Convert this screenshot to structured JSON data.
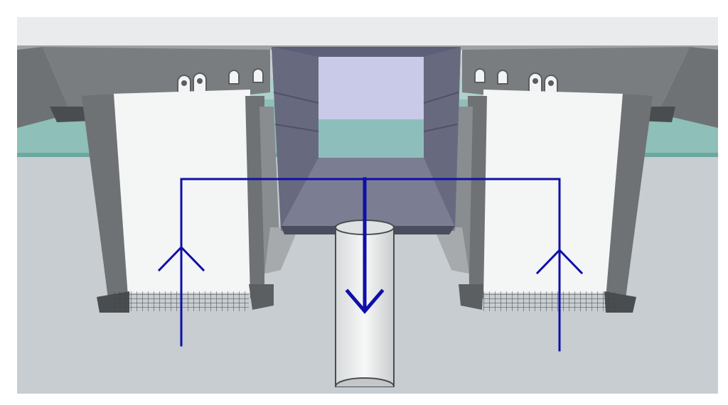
{
  "diagram": {
    "colors": {
      "background": "#ffffff",
      "tank_floor": "#c7cdd0",
      "water": "#7fb8b0",
      "water_light": "#a9d4cc",
      "wall_gray": "#6f7275",
      "wall_dark": "#4a4d50",
      "panel_white": "#f4f5f5",
      "flow_arrow": "#0f10a8",
      "trough_light": "#c9c9e8",
      "trough_dark": "#5c5e78",
      "pipe": "#eef0f0",
      "mesh": "#3f4245",
      "slab": "#e9ebec"
    },
    "flow_arrows": [
      {
        "name": "left-upflow-arrow",
        "direction": "up"
      },
      {
        "name": "center-downflow-arrow",
        "direction": "down"
      },
      {
        "name": "right-upflow-arrow",
        "direction": "up"
      }
    ],
    "components": [
      "overhead-slab",
      "central-collection-trough",
      "left-settling-chamber",
      "right-settling-chamber",
      "outlet-pipe",
      "left-mesh-screen",
      "right-mesh-screen"
    ]
  }
}
